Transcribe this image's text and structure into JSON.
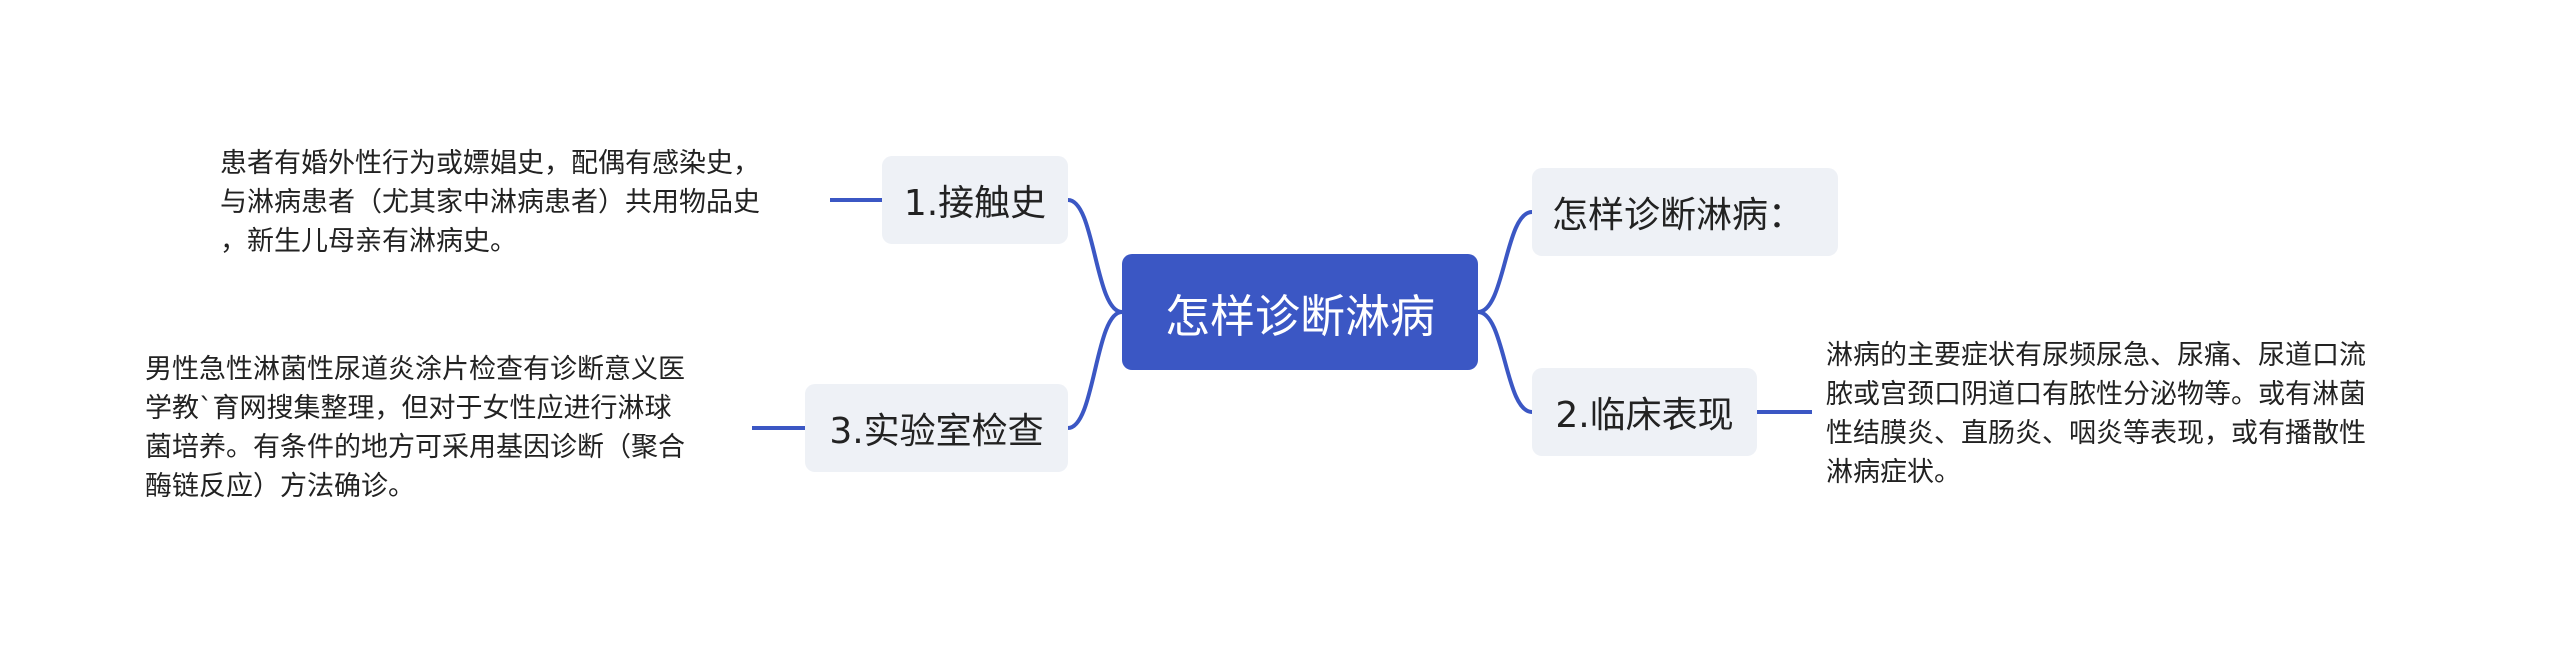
{
  "colors": {
    "central_bg": "#3b57c4",
    "branch_bg": "#eef1f6",
    "connector": "#3b57c4",
    "text": "#222222"
  },
  "central": {
    "label": "怎样诊断淋病"
  },
  "branches": {
    "contact_history": {
      "label": "1.接触史"
    },
    "lab_test": {
      "label": "3.实验室检查"
    },
    "how_to_diagnose": {
      "label": "怎样诊断淋病："
    },
    "clinical": {
      "label": "2.临床表现"
    }
  },
  "details": {
    "contact_history": "患者有婚外性行为或嫖娼史，配偶有感染史，\n与淋病患者（尤其家中淋病患者）共用物品史\n，新生儿母亲有淋病史。",
    "lab_test": "男性急性淋菌性尿道炎涂片检查有诊断意义医\n学教`育网搜集整理，但对于女性应进行淋球\n菌培养。有条件的地方可采用基因诊断（聚合\n酶链反应）方法确诊。",
    "clinical": "淋病的主要症状有尿频尿急、尿痛、尿道口流\n脓或宫颈口阴道口有脓性分泌物等。或有淋菌\n性结膜炎、直肠炎、咽炎等表现，或有播散性\n淋病症状。"
  }
}
